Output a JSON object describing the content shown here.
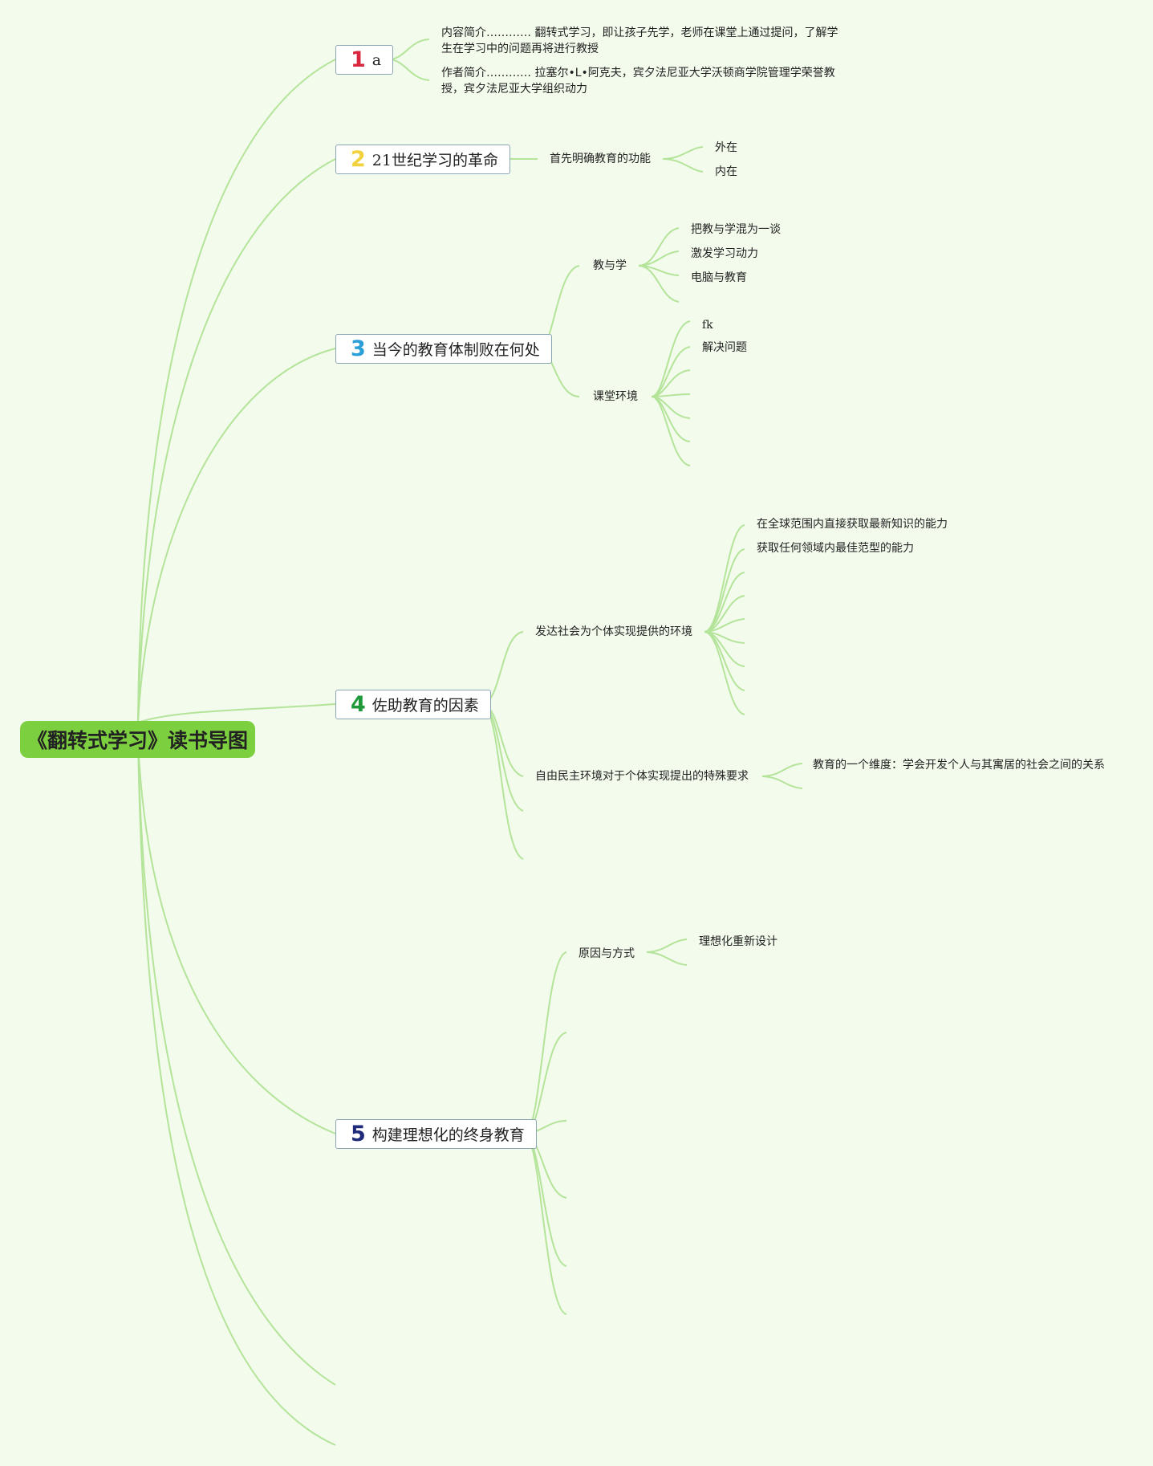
{
  "root": {
    "title": "《翻转式学习》读书导图",
    "color": "#7ccf3f"
  },
  "branches": [
    {
      "number": "1",
      "number_color": "#d7263d",
      "label": "a",
      "children": [
        {
          "label": "内容简介………… 翻转式学习，即让孩子先学，老师在课堂上通过提问，了解学生在学习中的问题再将进行教授"
        },
        {
          "label": "作者简介………… 拉塞尔•L•阿克夫，宾夕法尼亚大学沃顿商学院管理学荣誉教授，宾夕法尼亚大学组织动力"
        }
      ]
    },
    {
      "number": "2",
      "number_color": "#f2d23c",
      "label": "21世纪学习的革命",
      "children": [
        {
          "label": "首先明确教育的功能",
          "children": [
            {
              "label": "外在"
            },
            {
              "label": "内在"
            }
          ]
        }
      ]
    },
    {
      "number": "3",
      "number_color": "#2b9ed8",
      "label": "当今的教育体制败在何处",
      "children": [
        {
          "label": "教与学",
          "children": [
            {
              "label": "把教与学混为一谈"
            },
            {
              "label": "激发学习动力"
            },
            {
              "label": "电脑与教育"
            },
            {
              "label": ""
            }
          ]
        },
        {
          "label": "课堂环境",
          "children": [
            {
              "label": "fk"
            },
            {
              "label": "解决问题"
            },
            {
              "label": ""
            },
            {
              "label": ""
            },
            {
              "label": ""
            },
            {
              "label": ""
            },
            {
              "label": ""
            }
          ]
        }
      ]
    },
    {
      "number": "4",
      "number_color": "#1e9a3a",
      "label": "佐助教育的因素",
      "children": [
        {
          "label": "发达社会为个体实现提供的环境",
          "children": [
            {
              "label": "在全球范围内直接获取最新知识的能力"
            },
            {
              "label": "获取任何领域内最佳范型的能力"
            },
            {
              "label": ""
            },
            {
              "label": ""
            },
            {
              "label": ""
            },
            {
              "label": ""
            },
            {
              "label": ""
            },
            {
              "label": ""
            },
            {
              "label": ""
            }
          ]
        },
        {
          "label": "自由民主环境对于个体实现提出的特殊要求",
          "children": [
            {
              "label": "教育的一个维度：学会开发个人与其寓居的社会之间的关系"
            },
            {
              "label": ""
            }
          ]
        },
        {
          "label": ""
        },
        {
          "label": ""
        }
      ]
    },
    {
      "number": "5",
      "number_color": "#1f2a7a",
      "label": "构建理想化的终身教育",
      "children": [
        {
          "label": "原因与方式",
          "children": [
            {
              "label": "理想化重新设计"
            },
            {
              "label": ""
            }
          ]
        },
        {
          "label": ""
        },
        {
          "label": ""
        },
        {
          "label": ""
        },
        {
          "label": ""
        },
        {
          "label": ""
        }
      ]
    }
  ],
  "connector_color": "#b4e49a"
}
